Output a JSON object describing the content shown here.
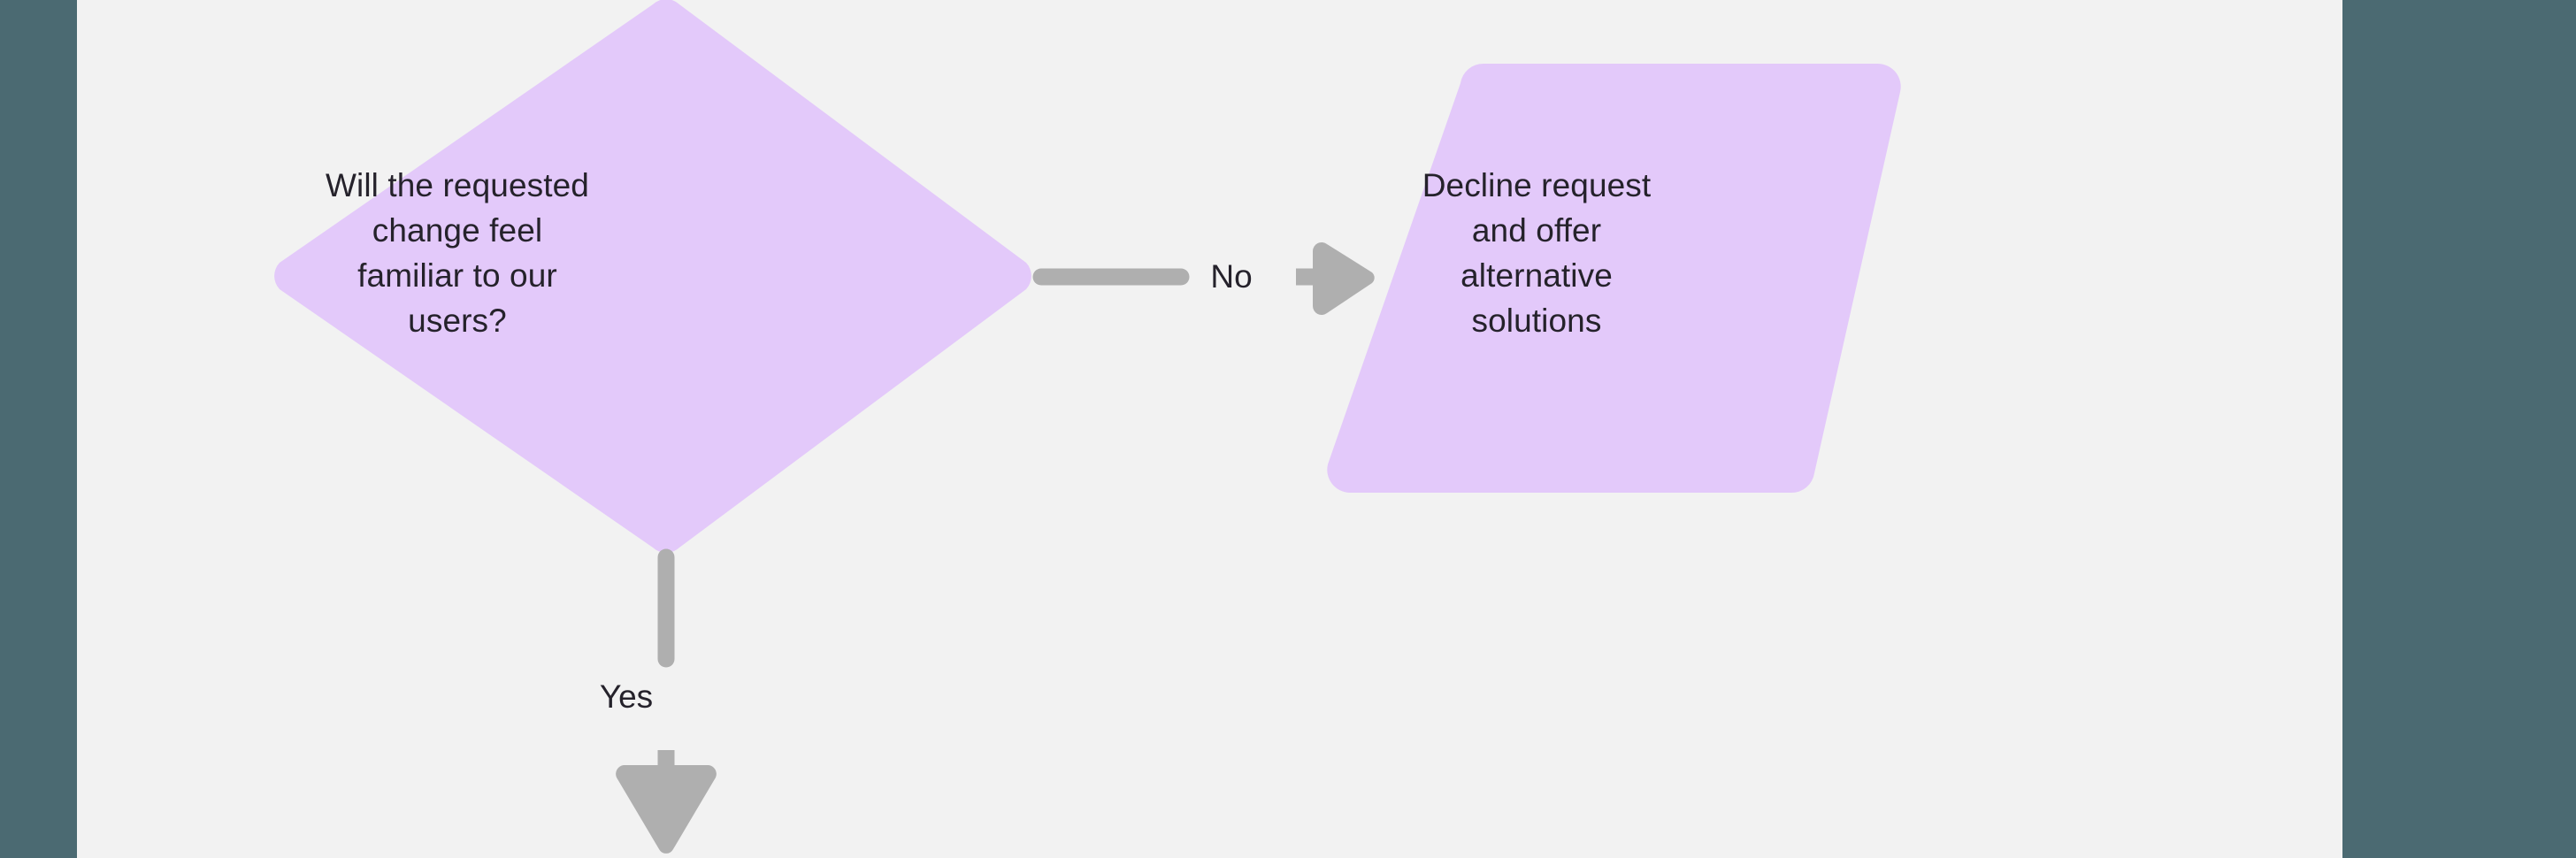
{
  "canvas": {
    "background_color": "#f2f2f2",
    "rail_color": "#4b6a72",
    "node_fill_color": "#e3c9fa",
    "connector_color": "#afafaf",
    "text_color": "#25222b"
  },
  "diagram": {
    "type": "flowchart",
    "nodes": [
      {
        "id": "decision-familiar",
        "shape": "diamond",
        "text": "Will the requested\nchange feel\nfamiliar to our\nusers?",
        "fill": "#e3c9fa"
      },
      {
        "id": "decline-request",
        "shape": "parallelogram",
        "text": "Decline request\nand offer\nalternative\nsolutions",
        "fill": "#e3c9fa"
      }
    ],
    "edges": [
      {
        "id": "edge-no",
        "from": "decision-familiar",
        "to": "decline-request",
        "label": "No",
        "direction": "right",
        "color": "#afafaf"
      },
      {
        "id": "edge-yes",
        "from": "decision-familiar",
        "to": "",
        "label": "Yes",
        "direction": "down",
        "color": "#afafaf"
      }
    ]
  }
}
